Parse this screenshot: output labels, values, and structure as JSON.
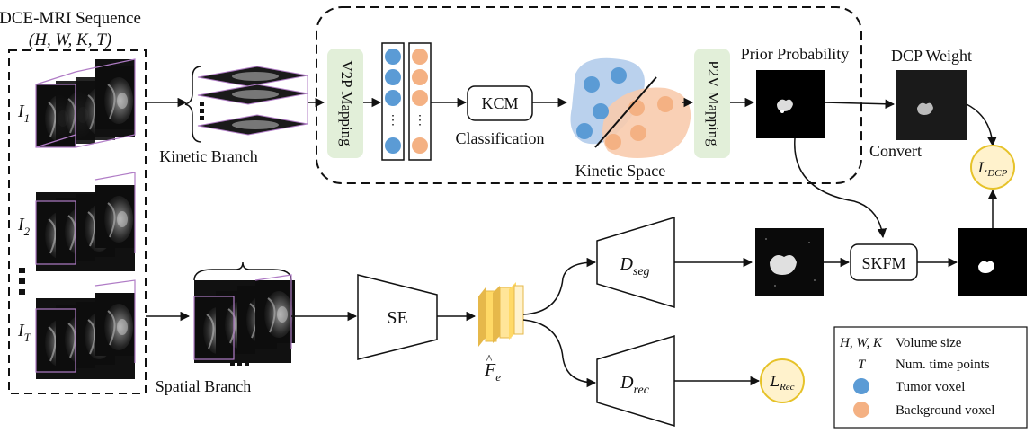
{
  "input": {
    "title": "DCE-MRI Sequence",
    "dims": "(H, W, K, T)",
    "frames": [
      {
        "label": "I",
        "sub": "1"
      },
      {
        "label": "I",
        "sub": "2"
      },
      {
        "label": "I",
        "sub": "T"
      }
    ]
  },
  "branches": {
    "kinetic": "Kinetic Branch",
    "spatial": "Spatial Branch"
  },
  "modules": {
    "v2p": "V2P Mapping",
    "p2v": "P2V Mapping",
    "kcm": "KCM",
    "classification": "Classification",
    "kinetic_space": "Kinetic Space",
    "prior_probability": "Prior Probability",
    "dcp_weight": "DCP Weight",
    "convert": "Convert",
    "skfm": "SKFM",
    "se": "SE",
    "feature": {
      "base": "F",
      "sub": "e"
    },
    "d_seg": {
      "base": "D",
      "sub": "seg"
    },
    "d_rec": {
      "base": "D",
      "sub": "rec"
    },
    "loss_dcp": {
      "base": "L",
      "sub": "DCP"
    },
    "loss_rec": {
      "base": "L",
      "sub": "Rec"
    }
  },
  "legend": {
    "volume_symbol": "H, W, K",
    "volume_label": "Volume size",
    "time_symbol": "T",
    "time_label": "Num. time points",
    "tumor_label": "Tumor voxel",
    "background_label": "Background voxel"
  },
  "colors": {
    "tumor": "#5b9bd5",
    "background": "#f4b183",
    "mapping_box": "#e2efd9",
    "feature": "#ffd966",
    "loss_fill": "#fff2cc",
    "loss_stroke": "#e6c229",
    "slice_frame": "#b07cc6"
  }
}
